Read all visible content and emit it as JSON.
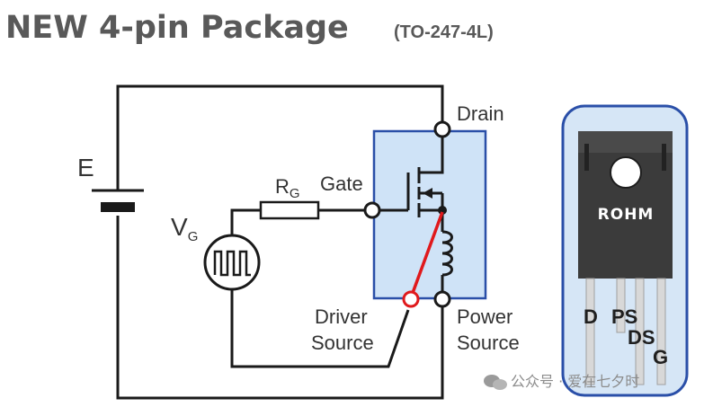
{
  "title": {
    "main": "NEW 4-pin Package",
    "sub": "(TO-247-4L)"
  },
  "circuit": {
    "battery_label": "E",
    "resistor_label": "R",
    "resistor_sub": "G",
    "source_label": "V",
    "source_sub": "G",
    "gate_label": "Gate",
    "drain_label": "Drain",
    "driver_source_line1": "Driver",
    "driver_source_line2": "Source",
    "power_source_line1": "Power",
    "power_source_line2": "Source"
  },
  "package": {
    "brand": "ROHM",
    "pins": [
      "D",
      "PS",
      "DS",
      "G"
    ]
  },
  "watermark": {
    "text": "公众号 · 爱在七夕时"
  },
  "colors": {
    "highlight_box": "#cfe3f7",
    "highlight_border": "#2a4fa8",
    "driver_path": "#e0191c",
    "package_body": "#3a3a3a",
    "title_gray": "#595959"
  }
}
